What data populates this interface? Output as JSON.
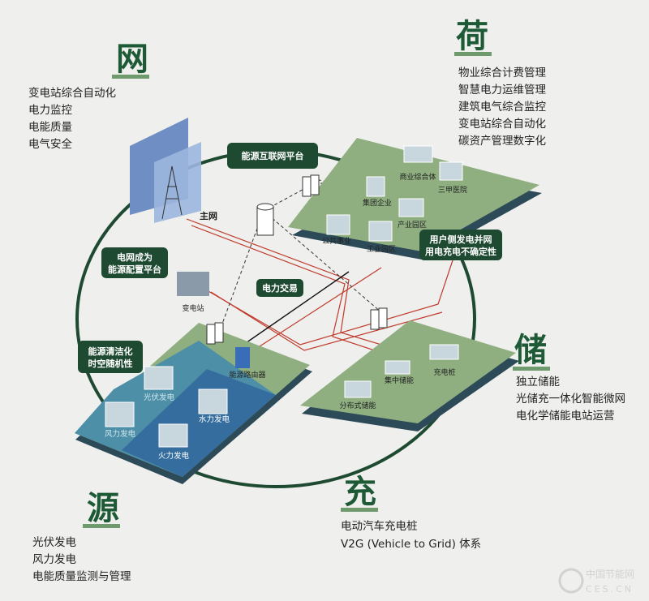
{
  "colors": {
    "accent": "#1f4a32",
    "heading": "#1e5a36",
    "grid_line": "#c0392b",
    "background": "#efefed"
  },
  "grid": {
    "title": "网",
    "items": [
      "变电站综合自动化",
      "电力监控",
      "电能质量",
      "电气安全"
    ]
  },
  "load": {
    "title": "荷",
    "items": [
      "物业综合计费管理",
      "智慧电力运维管理",
      "建筑电气综合监控",
      "变电站综合自动化",
      "碳资产管理数字化"
    ]
  },
  "storage": {
    "title": "储",
    "items": [
      "独立储能",
      "光储充一体化智能微网",
      "电化学储能电站运营"
    ]
  },
  "source": {
    "title": "源",
    "items": [
      "光伏发电",
      "风力发电",
      "电能质量监测与管理"
    ]
  },
  "charge": {
    "title": "充",
    "items": [
      "电动汽车充电桩",
      "V2G (Vehicle to Grid) 体系"
    ]
  },
  "diagram": {
    "platform_box": "能源互联网平台",
    "main_grid": "主网",
    "grid_config_box": [
      "电网成为",
      "能源配置平台"
    ],
    "substation": "变电站",
    "trading_box": "电力交易",
    "clean_box": [
      "能源清洁化",
      "时空随机性"
    ],
    "user_box": [
      "用户侧发电并网",
      "用电充电不确定性"
    ],
    "router": "能源路由器",
    "source_labels": [
      "光伏发电",
      "风力发电",
      "水力发电",
      "火力发电"
    ],
    "load_labels": [
      "商业综合体",
      "集团企业",
      "三甲医院",
      "产业园区",
      "公共事业",
      "工业园区"
    ],
    "storage_labels": [
      "集中储能",
      "充电桩",
      "分布式储能"
    ]
  },
  "watermark": {
    "text": "中国节能网",
    "sub": "CES.CN"
  }
}
